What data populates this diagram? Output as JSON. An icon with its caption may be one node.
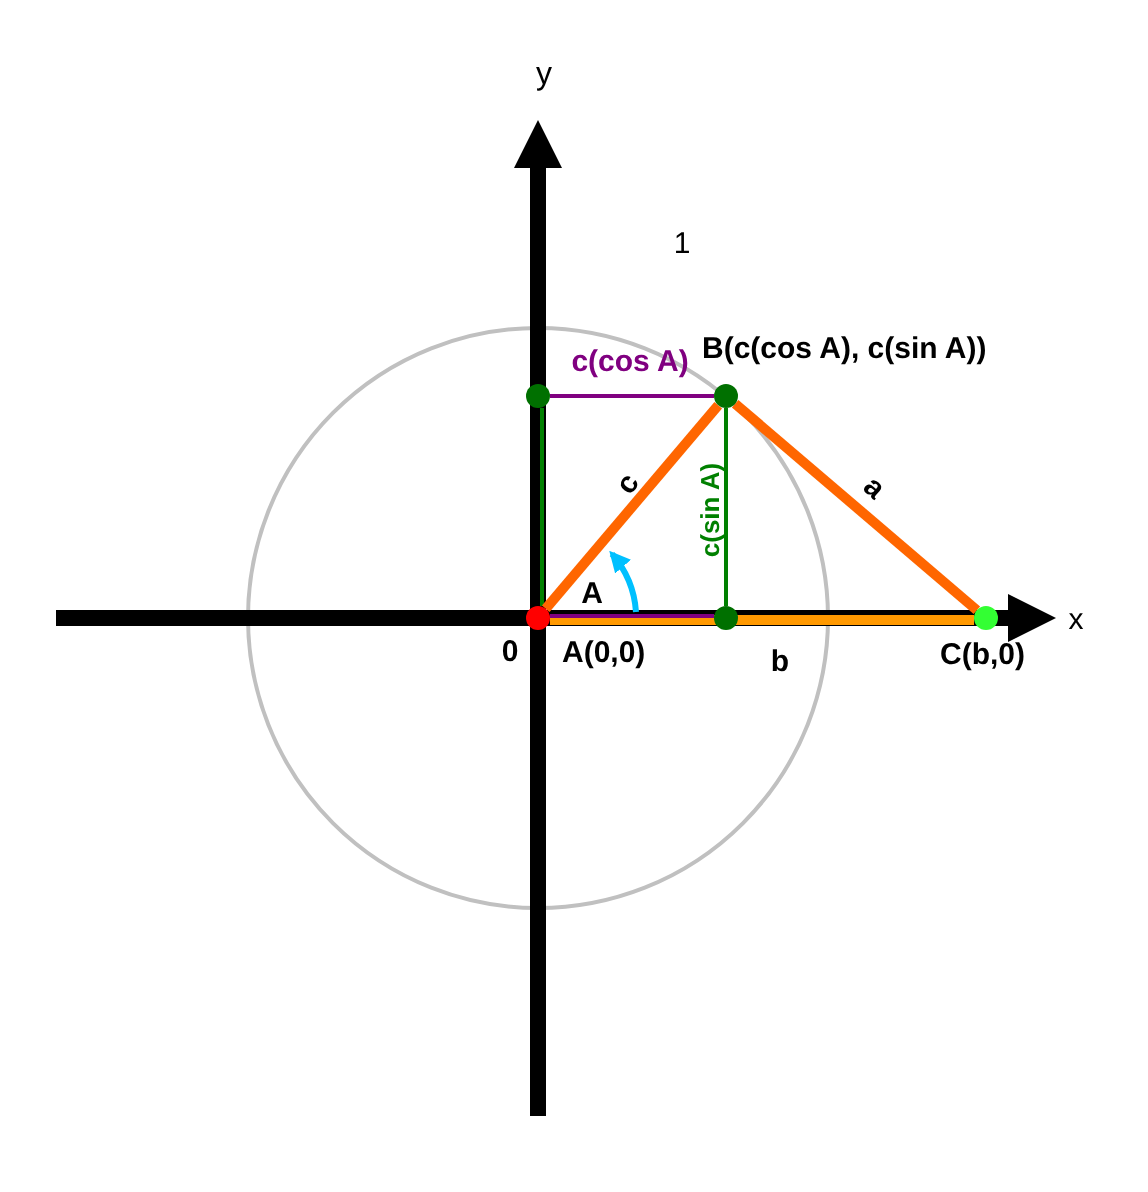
{
  "diagram": {
    "nodes": [
      {
        "text": [
          "A(0,0)"
        ]
      },
      {
        "text": [
          "B(c(cos A), c(sin A))"
        ]
      },
      {
        "text": [
          "C(b,0)"
        ]
      },
      {
        "text": [],
        "shape": "circle"
      },
      {
        "text": [],
        "shape": "circle"
      }
    ],
    "edges": [
      {
        "from": 0,
        "to": 2,
        "arrow": "none",
        "label": "b",
        "style": "thick",
        "color": "#ff9900"
      },
      {
        "from": 0,
        "to": 3,
        "arrow": "none",
        "color": "#800080"
      },
      {
        "from": 0,
        "to": 4,
        "arrow": "none",
        "color": "#008000"
      },
      {
        "from": 4,
        "to": 1,
        "arrow": "none",
        "label": "c(cos A)",
        "color": "#800080"
      },
      {
        "from": 3,
        "to": 1,
        "arrow": "none",
        "label": "c(sin A)",
        "color": "#008000"
      },
      {
        "from": 0,
        "to": 1,
        "arrow": "none",
        "label": "c",
        "style": "thick",
        "color": "#ff6600"
      },
      {
        "from": 1,
        "to": 2,
        "arrow": "none",
        "label": "a",
        "style": "thick",
        "color": "#ff6600"
      }
    ],
    "labels": [
      "y",
      "1",
      "A",
      "x",
      "0"
    ]
  }
}
